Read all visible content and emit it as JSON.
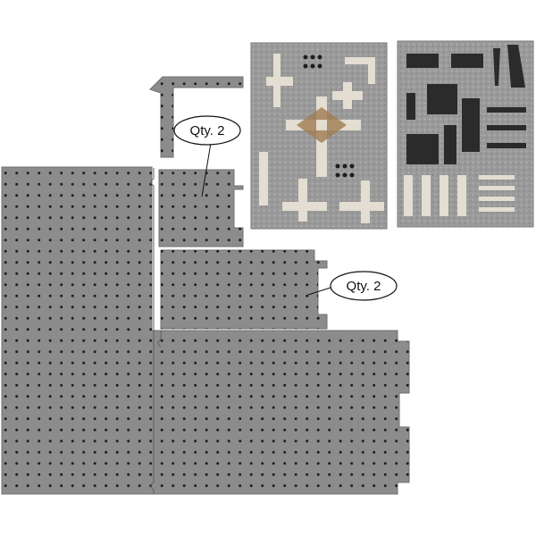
{
  "callouts": [
    {
      "text": "Qty. 2"
    },
    {
      "text": "Qty. 2"
    }
  ],
  "colors": {
    "plate": "#8c8c8c",
    "plate_edge": "#6f6f6f",
    "hole": "#1e1e1e",
    "foam": "#9a9a9a",
    "part_light": "#e3ddd2",
    "part_wood": "#a07c52",
    "part_dark": "#2b2b2b"
  },
  "icons": [
    "fixture-plate",
    "component-tray",
    "callout-bubble"
  ]
}
